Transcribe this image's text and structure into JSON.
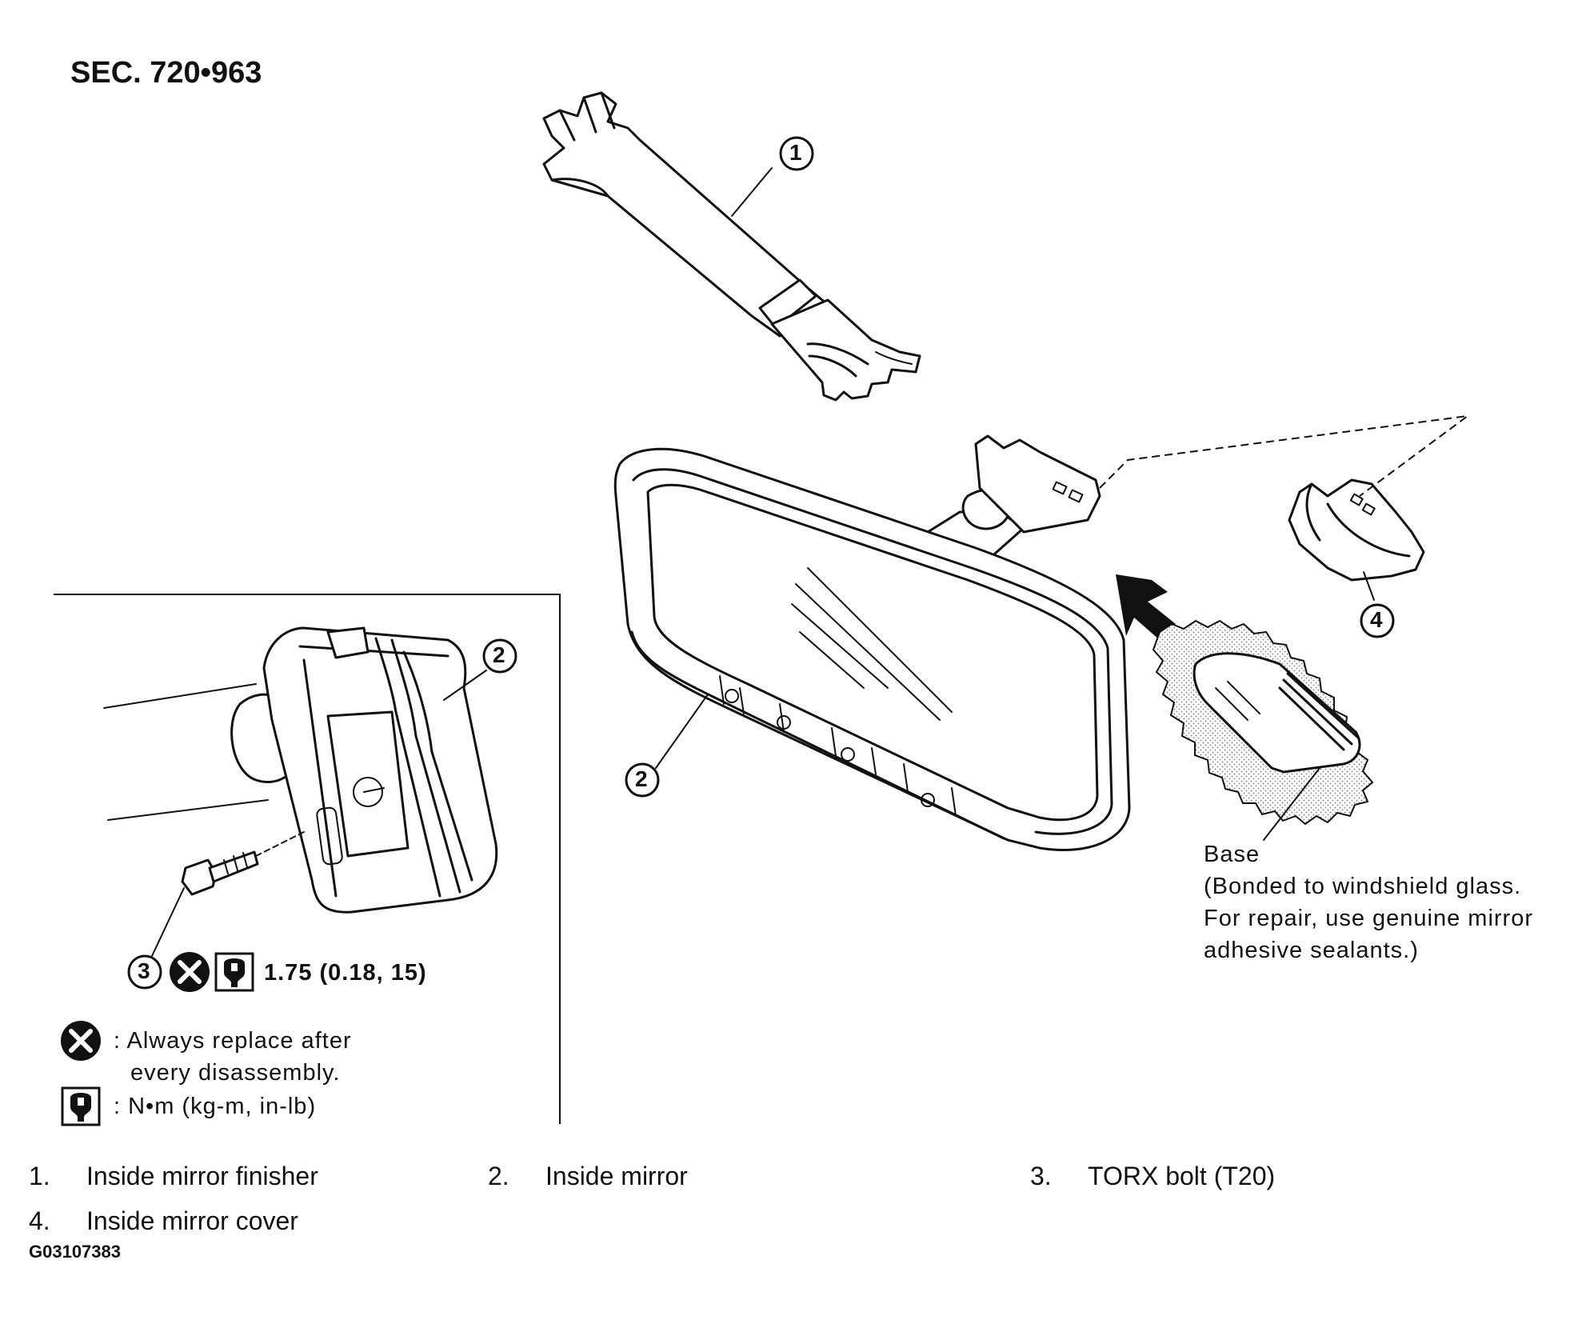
{
  "header": {
    "section": "SEC. 720•963"
  },
  "callouts": {
    "c1": "1",
    "c2_inset": "2",
    "c2_main": "2",
    "c3": "3",
    "c4": "4"
  },
  "base_note": {
    "line1": "Base",
    "line2": "(Bonded to windshield glass.",
    "line3": "For repair, use genuine mirror",
    "line4": "adhesive sealants.)"
  },
  "torque": {
    "value": "1.75  (0.18, 15)"
  },
  "legend": {
    "replace_line1": ": Always replace after",
    "replace_line2": "every disassembly.",
    "torque_units": ":  N•m  (kg-m,  in-lb)"
  },
  "parts": [
    {
      "num": "1.",
      "label": "Inside mirror finisher"
    },
    {
      "num": "2.",
      "label": "Inside mirror"
    },
    {
      "num": "3.",
      "label": "TORX bolt (T20)"
    },
    {
      "num": "4.",
      "label": "Inside mirror cover"
    }
  ],
  "figure_code": "G03107383",
  "icons": {
    "replace": "replace-after-disassembly-icon",
    "torque": "torque-wrench-icon",
    "arrow": "installation-direction-arrow-icon"
  }
}
